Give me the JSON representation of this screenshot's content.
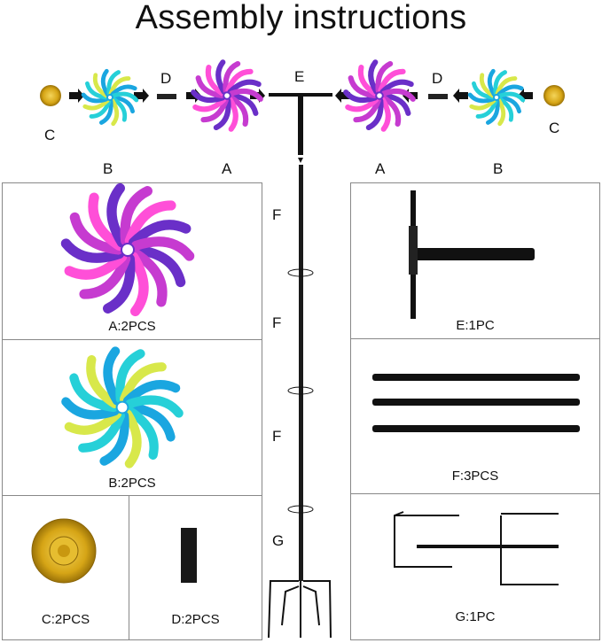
{
  "title": "Assembly instructions",
  "top_row": {
    "left_c": "C",
    "left_b": "B",
    "left_d": "D",
    "left_a": "A",
    "center_e": "E",
    "right_a": "A",
    "right_d": "D",
    "right_b": "B",
    "right_c": "C"
  },
  "pole_labels": [
    "F",
    "F",
    "F",
    "G"
  ],
  "panels": {
    "a": "A:2PCS",
    "b": "B:2PCS",
    "c": "C:2PCS",
    "d": "D:2PCS",
    "e": "E:1PC",
    "f": "F:3PCS",
    "g": "G:1PC"
  },
  "colors": {
    "spinner_a": [
      "#6a2fc8",
      "#c63bd0",
      "#ff4fd8"
    ],
    "spinner_b": [
      "#1aa6e0",
      "#26d0d8",
      "#d8e84a"
    ],
    "gold": "#d6a516"
  }
}
